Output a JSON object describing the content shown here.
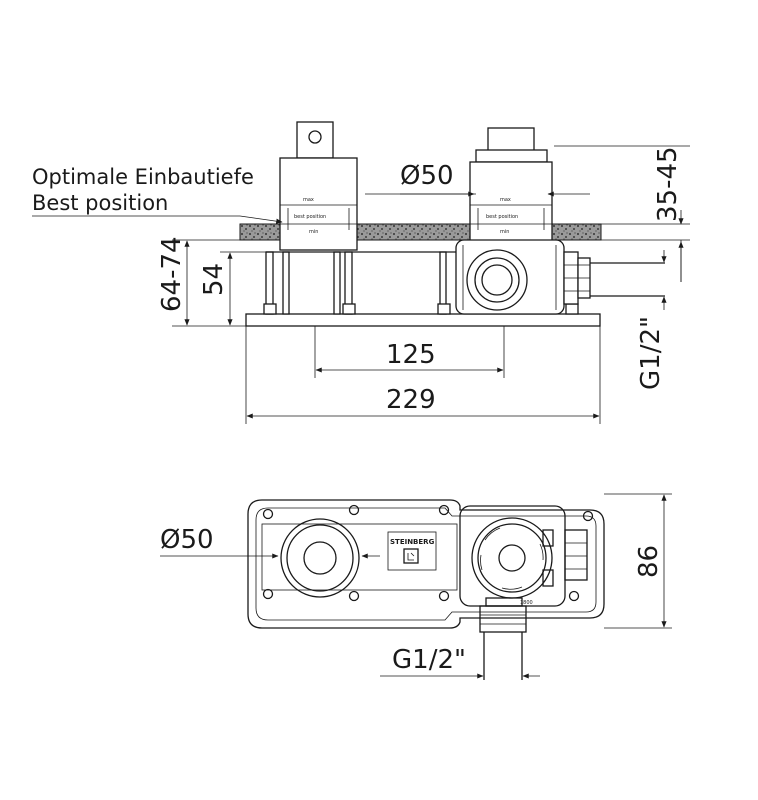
{
  "side_view": {
    "note_line1": "Optimale Einbautiefe",
    "note_line2": "Best position",
    "dia_label": "Ø50",
    "depth_label": "35-45",
    "height_total_label": "64-74",
    "height_inner_label": "54",
    "spacing_label": "125",
    "width_label": "229",
    "thread_label": "G1/2\"",
    "cartridge_max": "max",
    "cartridge_best": "best position",
    "cartridge_min": "min"
  },
  "top_view": {
    "dia_label": "Ø50",
    "brand": "STEINBERG",
    "height_label": "86",
    "thread_label": "G1/2\""
  },
  "colors": {
    "line": "#1a1a1a",
    "background": "#ffffff",
    "wall_texture": "#555555"
  }
}
